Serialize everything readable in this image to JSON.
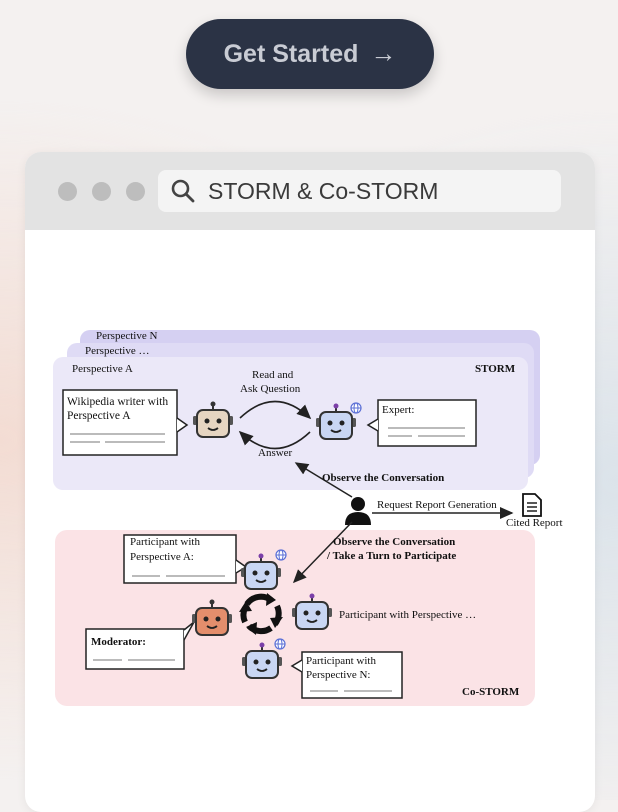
{
  "cta": {
    "label": "Get Started",
    "icon": "arrow-right-icon"
  },
  "window": {
    "search_query": "STORM & Co-STORM",
    "search_icon": "search-icon"
  },
  "diagram": {
    "perspective_n": "Perspective N",
    "perspective_dots": "Perspective …",
    "perspective_a": "Perspective A",
    "storm_label": "STORM",
    "writer_line1": "Wikipedia writer with",
    "writer_line2": "Perspective A",
    "read_line1": "Read and",
    "read_line2": "Ask Question",
    "answer": "Answer",
    "expert": "Expert:",
    "observe1": "Observe the Conversation",
    "request": "Request Report Generation",
    "cited": "Cited Report",
    "observe2_line1": "Observe the Conversation",
    "observe2_line2": "/ Take a Turn to Participate",
    "pa_line1": "Participant with",
    "pa_line2": "Perspective A:",
    "moderator": "Moderator:",
    "pdots": "Participant with Perspective …",
    "pn_line1": "Participant with",
    "pn_line2": "Perspective N:",
    "costorm_label": "Co-STORM"
  },
  "colors": {
    "cta_bg": "#2b3345",
    "storm_panel": "#ebe8f8",
    "costorm_panel": "#fbe3e6",
    "bot_blue": "#c9d6f3",
    "bot_tan": "#e6d5c1",
    "bot_orange": "#e48e6c"
  }
}
